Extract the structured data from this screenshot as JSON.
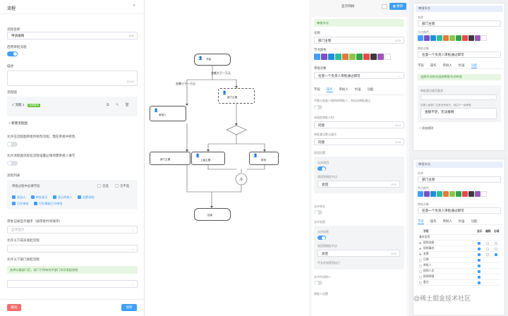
{
  "left": {
    "title": "流程",
    "close": "×",
    "name_label": "流程名称",
    "name_value": "申请报销",
    "name_count": "4/50",
    "enable_label": "启用审批流程",
    "desc_label": "描述",
    "desc_count": "0/140",
    "process_label": "流程图",
    "process_item": "流程 1",
    "process_badge": "当前版本",
    "new_process": "+ 新建流程图",
    "allow_modify_label": "允许在流程图审批时修改流程，需在审批中修改",
    "allow_flow_label": "允许流程图流程在流程设置必填项需审批人填写",
    "detail_label": "流程列表",
    "field_title": "审批过程中必填字段",
    "field_all": "全选",
    "field_none": "全不选",
    "checks": [
      "发起人",
      "审批意见",
      "显示附加人",
      "设置流程",
      "打印审批",
      "打印模板打印审批"
    ],
    "sort_label": "审批记录显示顺序（按审批时间排序）",
    "sort_value": "正序显示",
    "field2_label": "允许以下成员发起流程",
    "field3_label": "允许以下部门发起流程",
    "green_note": "选择父级部门后，部门下所有的子部门均可发起流程",
    "delete_btn": "删除",
    "save_btn": "保存"
  },
  "canvas": {
    "node_start": "开始",
    "node_a": "部门主管",
    "node_b": "审批人",
    "node_c": "部门主管",
    "node_d": "上级主管",
    "node_e": "财务",
    "node_f": "结束",
    "edge1": "金额大于一万元",
    "edge2": "金额小于一万元"
  },
  "mid": {
    "top_label": "显示网格",
    "save_btn": "保存",
    "section_title": "审批节点",
    "name_label": "名称",
    "name_value": "部门主管",
    "name_count": "4/20",
    "color_label": "节点颜色",
    "who_label": "审批对象",
    "who_value": "任意一个负责人审批通过即可",
    "tabs": [
      "字段",
      "操作",
      "审批人",
      "抄送",
      "功能"
    ],
    "t1": "不能与发起人相同的审批人，则自动审批通过",
    "t2": "未指定审批人时",
    "t2_value": "同意",
    "t2_count": "2/10",
    "t3": "审批意见默认填写",
    "t3_value": "同意",
    "t3_count": "2/20",
    "refuse_label": "驳回设置",
    "refuse_sub": "允许驳回",
    "refuse_to": "驳回到指定节点",
    "refuse_value": "退回",
    "refuse_count": "2/10",
    "hand_label": "允许转交",
    "sign_label": "允许加签",
    "sign_sub": "允许加签",
    "sign_value": "加签",
    "sign_count": "2/10",
    "sign_note": "不允许加签到自己",
    "copy_label": "允许抄送他人",
    "more_label": "审批人设置"
  },
  "right1": {
    "title": "审批节点",
    "name_label": "名称",
    "name_value": "部门主管",
    "color_label": "节点颜色",
    "who_label": "审批对象",
    "who_value": "任意一个负责人审批通过即可",
    "tabs": [
      "字段",
      "操作",
      "审批人",
      "抄送",
      "功能"
    ],
    "green": "当前节点仅对当前审批节点有效",
    "f1": "审批意见填写要求",
    "f1_note": "如果上级部门主管没有填写，则由下一级审批",
    "f1_value": "金额不足，无法报销",
    "add": "+ 添加规则"
  },
  "right2": {
    "title": "审批节点",
    "name_label": "名称",
    "name_value": "部门主管",
    "color_label": "节点颜色",
    "who_label": "审批对象",
    "who_value": "任意一个负责人审批通过即可",
    "tabs": [
      "字段",
      "操作",
      "审批人",
      "抄送",
      "功能"
    ],
    "th": [
      "字段",
      "显示",
      "编辑",
      "必填"
    ],
    "rows": [
      "基本信息",
      "报销金额",
      "报销事由",
      "发票",
      "日期",
      "审批人",
      "报销人员",
      "报销明细",
      "备注"
    ]
  },
  "watermark": "@稀土掘金技术社区"
}
